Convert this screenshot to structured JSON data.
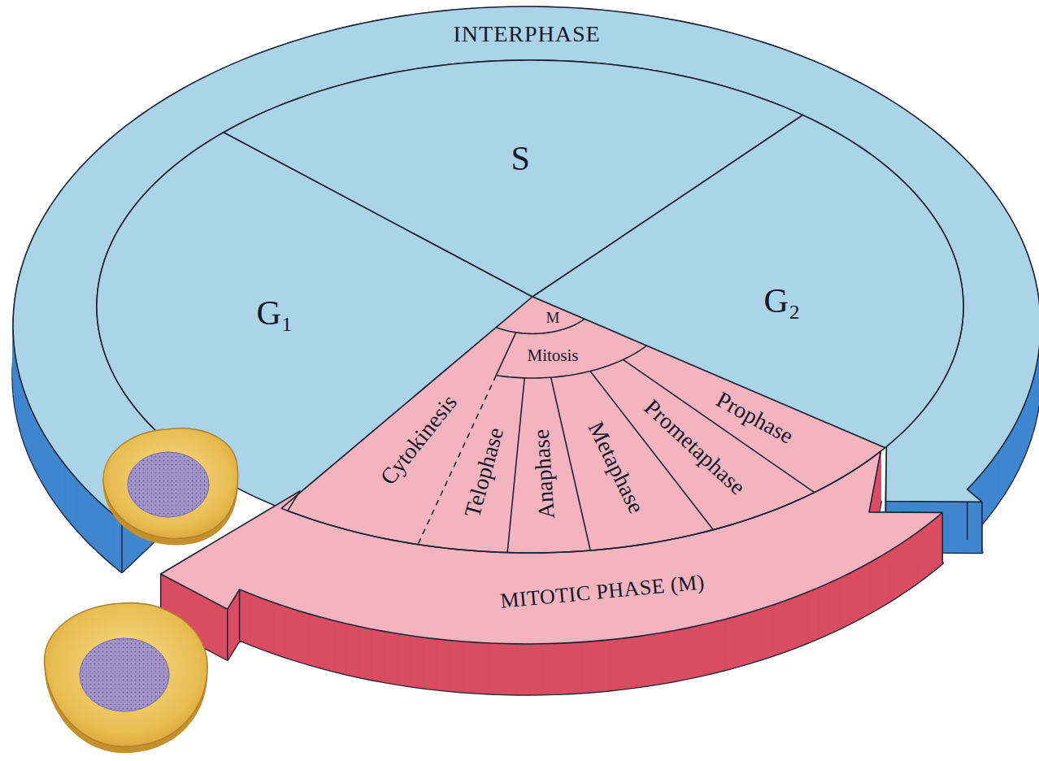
{
  "diagram": {
    "nodes": [
      {
        "text": [
          "INTERPHASE"
        ]
      },
      {
        "text": [
          "G₁"
        ]
      },
      {
        "text": [
          "S"
        ]
      },
      {
        "text": [
          "G₂"
        ]
      },
      {
        "text": [
          "M"
        ]
      },
      {
        "text": [
          "Mitosis"
        ],
        "in": 4
      },
      {
        "text": [
          "Prophase"
        ],
        "in": 4
      },
      {
        "text": [
          "Prometaphase"
        ],
        "in": 4
      },
      {
        "text": [
          "Metaphase"
        ],
        "in": 4
      },
      {
        "text": [
          "Anaphase"
        ],
        "in": 4
      },
      {
        "text": [
          "Telophase"
        ],
        "in": 4
      },
      {
        "text": [
          "Cytokinesis"
        ],
        "in": 4
      },
      {
        "text": [
          "MITOTIC PHASE (M)"
        ]
      }
    ]
  }
}
